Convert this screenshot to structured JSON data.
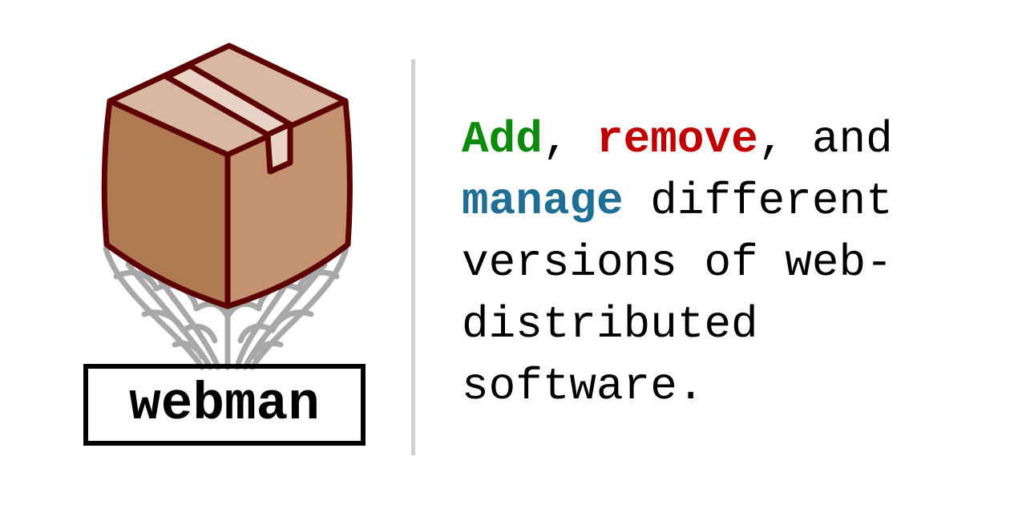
{
  "logo": {
    "label": "webman",
    "icon": "package-box-in-web-icon",
    "colors": {
      "box_outline": "#5c0000",
      "box_top": "#d9b8a3",
      "box_left": "#b07a52",
      "box_right": "#c49270",
      "web": "#a8a8a8",
      "label_border": "#000000"
    }
  },
  "divider_color": "#d0d0d0",
  "tagline": {
    "line1": {
      "add": "Add",
      "sep1": ", ",
      "remove": "remove",
      "sep2": ", and"
    },
    "line2": {
      "manage": "manage",
      "rest": " different"
    },
    "line3": "versions of web-",
    "line4": "distributed",
    "line5": "software.",
    "colors": {
      "add": "#0b8a0b",
      "remove": "#c00000",
      "manage": "#1f6e96",
      "text": "#000000"
    }
  }
}
